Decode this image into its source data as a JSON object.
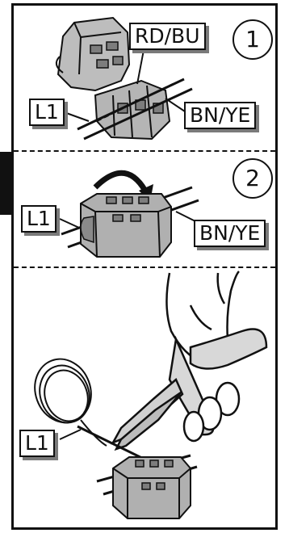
{
  "panels": [
    {
      "step": "1",
      "labels": {
        "left_wire": "L1",
        "top_wire": "RD/BU",
        "right_wire": "BN/YE"
      }
    },
    {
      "step": "2",
      "labels": {
        "left_wire": "L1",
        "right_wire": "BN/YE"
      }
    },
    {
      "labels": {
        "left_wire": "L1"
      }
    }
  ],
  "colors": {
    "line": "#111111",
    "connector_body": "#a9a9a9",
    "connector_dark": "#6e6e6e",
    "label_shadow": "#7a7a7a"
  }
}
